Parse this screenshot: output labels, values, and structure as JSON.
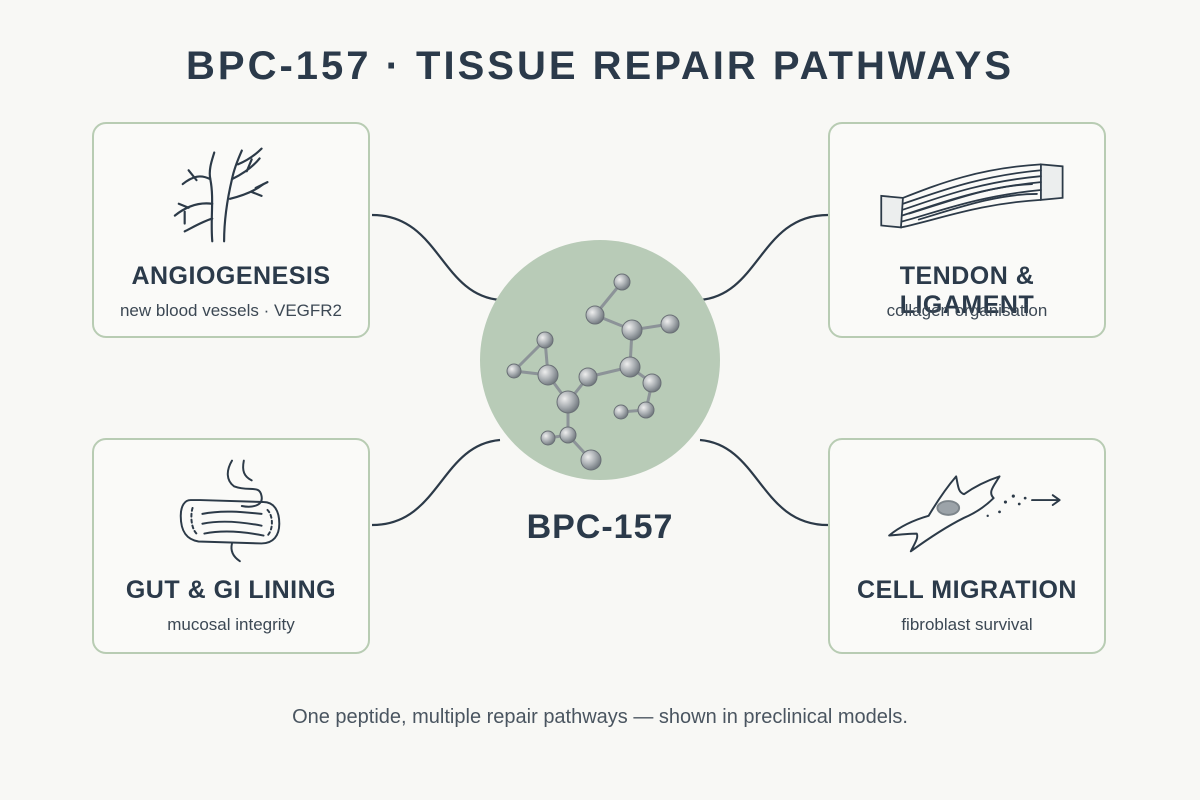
{
  "title": "BPC-157 · TISSUE REPAIR PATHWAYS",
  "hub": {
    "label": "BPC-157",
    "icon": "molecule-icon"
  },
  "cards": {
    "angiogenesis": {
      "label": "ANGIOGENESIS",
      "sub": "new blood vessels · VEGFR2",
      "icon": "blood-vessel-icon"
    },
    "tendon": {
      "label": "TENDON & LIGAMENT",
      "sub": "collagen organisation",
      "icon": "tendon-icon"
    },
    "gut": {
      "label": "GUT & GI LINING",
      "sub": "mucosal integrity",
      "icon": "intestine-icon"
    },
    "migration": {
      "label": "CELL MIGRATION",
      "sub": "fibroblast survival",
      "icon": "migrating-cell-icon"
    }
  },
  "caption": "One peptide, multiple repair pathways — shown in preclinical models.",
  "colors": {
    "background": "#f8f8f5",
    "card_border": "#b8ccb3",
    "hub_fill": "#b8cbb7",
    "text": "#2b3a4a",
    "line": "#2c3a48"
  }
}
